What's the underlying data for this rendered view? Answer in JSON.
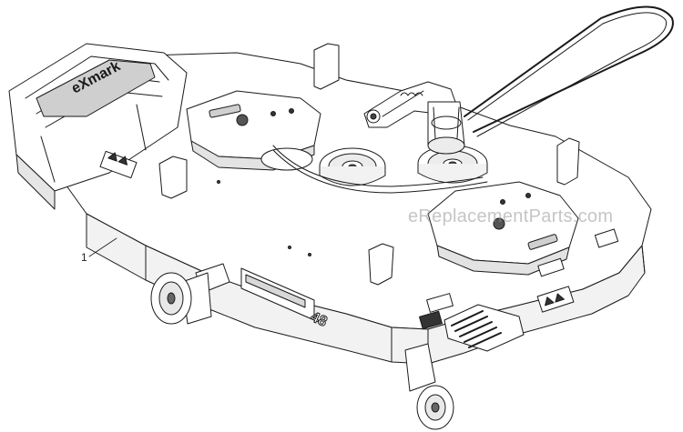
{
  "diagram": {
    "callout": "1",
    "watermark": "eReplacementParts.com",
    "deck_badge": "48",
    "brand_mark": "eXmark",
    "colors": {
      "line": "#1a1a1a",
      "fill": "#ffffff",
      "shade": "#d9d9d9",
      "dark": "#4a4a4a",
      "watermark": "#9a9a9a"
    }
  }
}
